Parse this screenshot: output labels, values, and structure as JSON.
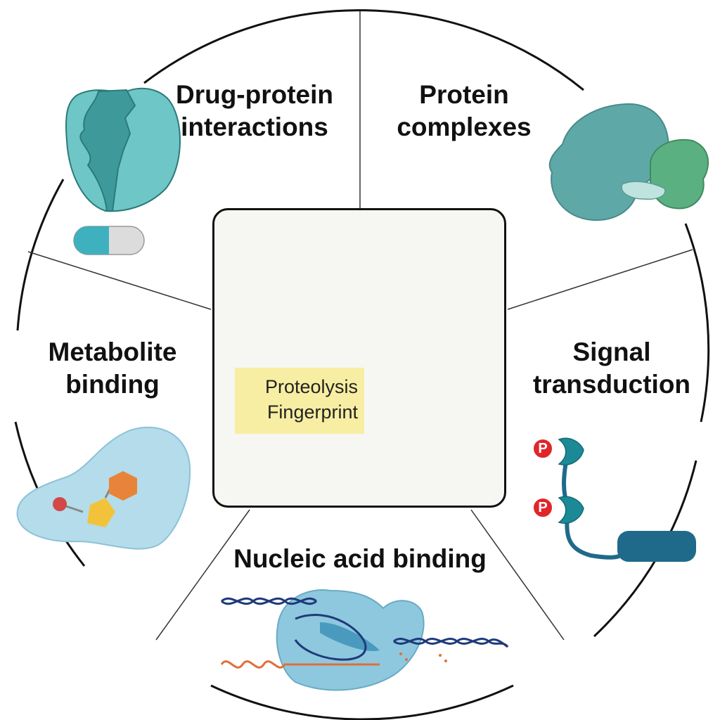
{
  "segments": {
    "drug_protein": {
      "line1": "Drug-protein",
      "line2": "interactions"
    },
    "protein_complexes": {
      "line1": "Protein",
      "line2": "complexes"
    },
    "metabolite_binding": {
      "line1": "Metabolite",
      "line2": "binding"
    },
    "signal_transduction": {
      "line1": "Signal",
      "line2": "transduction"
    },
    "nucleic_acid_binding": {
      "line1": "Nucleic acid binding"
    }
  },
  "center": {
    "label_line1": "Proteolysis",
    "label_line2": "Fingerprint",
    "label_highlight_color": "#f8eea3"
  },
  "phospho_label": "P",
  "colors": {
    "navy": "#2a3a7a",
    "teal": "#2aa0c8",
    "gold": "#d8b020",
    "tan": "#b08a78",
    "protein_teal": "#5fb0b0",
    "complex_green": "#5ab080",
    "blob_blue": "#b4dcea",
    "hexagon_orange": "#e8843a",
    "pentagon_yellow": "#f2c33a",
    "phospho_red": "#e0262a",
    "dna_navy": "#1f3a7a",
    "rna_orange": "#e0703a"
  }
}
